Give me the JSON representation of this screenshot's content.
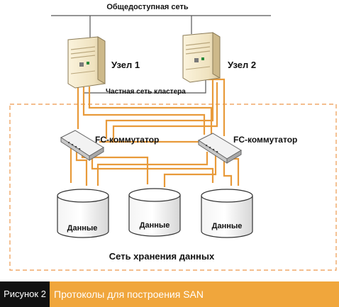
{
  "labels": {
    "public_network": "Общедоступная сеть",
    "node1": "Узел 1",
    "node2": "Узел 2",
    "private_network": "Частная сеть кластера",
    "switch1": "FC-коммутатор",
    "switch2": "FC-коммутатор",
    "disk1": "Данные",
    "disk2": "Данные",
    "disk3": "Данные",
    "san": "Сеть хранения данных"
  },
  "caption": {
    "tag": "Рисунок 2",
    "text": "Протоколы для построения SAN"
  },
  "colors": {
    "fibre": "#e89a3a",
    "dash": "#f0a868",
    "caption_bar": "#f0a63c",
    "caption_tag": "#111111"
  }
}
